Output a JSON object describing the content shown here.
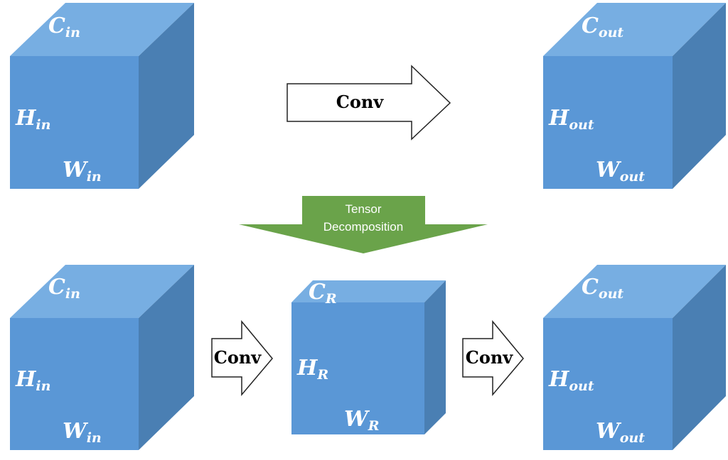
{
  "colors": {
    "cube_front": "#5a97d6",
    "cube_top": "#77aee2",
    "cube_side": "#4a7fb3",
    "arrow_fill": "#ffffff",
    "arrow_stroke": "#222222",
    "decomp_fill": "#6aa34a"
  },
  "top_row": {
    "input_cube": {
      "c": "C",
      "c_sub": "in",
      "h": "H",
      "h_sub": "in",
      "w": "W",
      "w_sub": "in"
    },
    "conv_arrow": {
      "label": "Conv"
    },
    "output_cube": {
      "c": "C",
      "c_sub": "out",
      "h": "H",
      "h_sub": "out",
      "w": "W",
      "w_sub": "out"
    }
  },
  "decomposition": {
    "line1": "Tensor",
    "line2": "Decomposition"
  },
  "bottom_row": {
    "input_cube": {
      "c": "C",
      "c_sub": "in",
      "h": "H",
      "h_sub": "in",
      "w": "W",
      "w_sub": "in"
    },
    "conv_arrow_1": {
      "label": "Conv"
    },
    "rank_cube": {
      "c": "C",
      "c_sub": "R",
      "h": "H",
      "h_sub": "R",
      "w": "W",
      "w_sub": "R"
    },
    "conv_arrow_2": {
      "label": "Conv"
    },
    "output_cube": {
      "c": "C",
      "c_sub": "out",
      "h": "H",
      "h_sub": "out",
      "w": "W",
      "w_sub": "out"
    }
  }
}
